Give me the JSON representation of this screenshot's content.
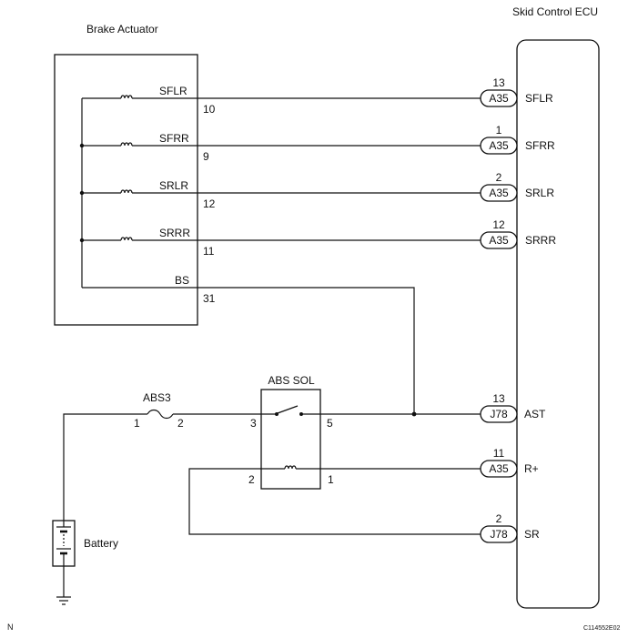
{
  "labels": {
    "brake_actuator": "Brake Actuator",
    "skid_control_ecu": "Skid Control ECU",
    "abs_sol": "ABS SOL",
    "fuse": "ABS3",
    "battery": "Battery",
    "corner_mark": "N",
    "figure_code": "C114552E02"
  },
  "actuator_circuits": [
    {
      "terminal": "SFLR",
      "pin": "10",
      "connector": "A35",
      "ecu_pin": "13",
      "ecu_terminal": "SFLR"
    },
    {
      "terminal": "SFRR",
      "pin": "9",
      "connector": "A35",
      "ecu_pin": "1",
      "ecu_terminal": "SFRR"
    },
    {
      "terminal": "SRLR",
      "pin": "12",
      "connector": "A35",
      "ecu_pin": "2",
      "ecu_terminal": "SRLR"
    },
    {
      "terminal": "SRRR",
      "pin": "11",
      "connector": "A35",
      "ecu_pin": "12",
      "ecu_terminal": "SRRR"
    }
  ],
  "bs_circuit": {
    "terminal": "BS",
    "pin": "31"
  },
  "fuse_pins": {
    "input": "1",
    "output": "2"
  },
  "abs_sol_pins": {
    "switch_input": "3",
    "switch_output": "5",
    "coil_input": "2",
    "coil_output": "1"
  },
  "ecu_connections": [
    {
      "connector": "J78",
      "pin": "13",
      "terminal": "AST"
    },
    {
      "connector": "A35",
      "pin": "11",
      "terminal": "R+"
    },
    {
      "connector": "J78",
      "pin": "2",
      "terminal": "SR"
    }
  ]
}
